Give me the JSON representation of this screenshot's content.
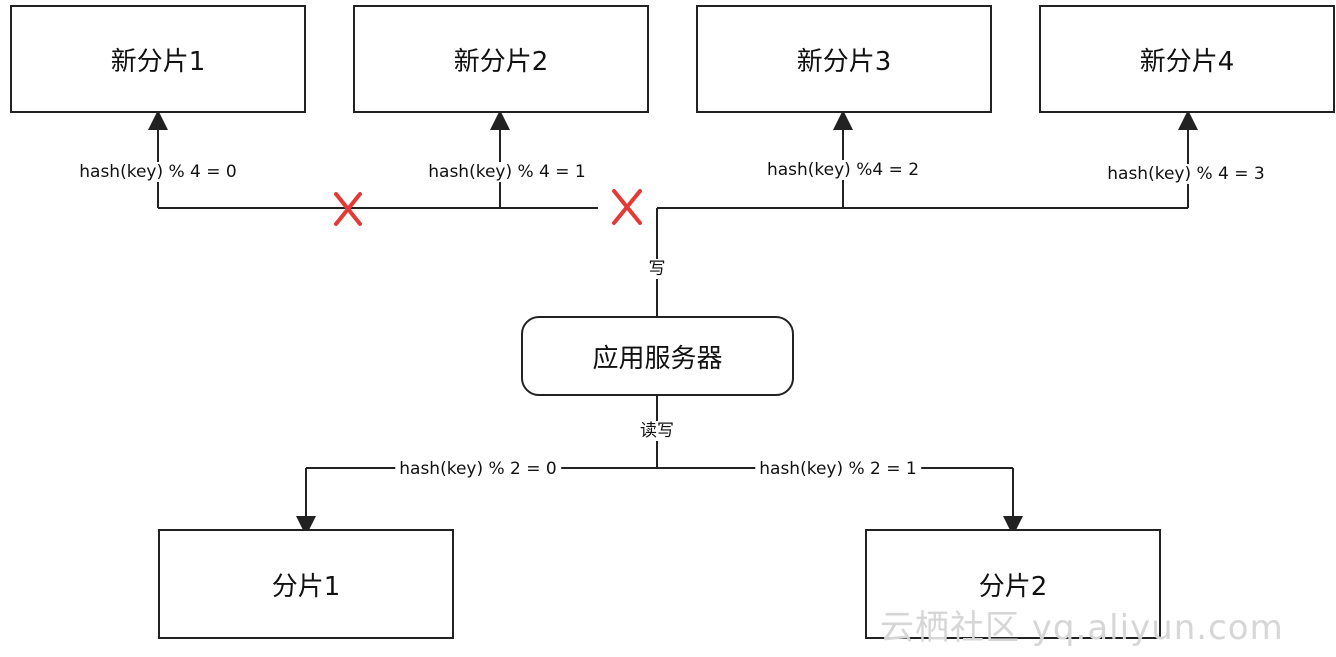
{
  "new_shards": [
    {
      "label": "新分片1",
      "rule": "hash(key) % 4 = 0"
    },
    {
      "label": "新分片2",
      "rule": "hash(key) % 4 = 1"
    },
    {
      "label": "新分片3",
      "rule": "hash(key) %4 = 2"
    },
    {
      "label": "新分片4",
      "rule": "hash(key) % 4 = 3"
    }
  ],
  "write_label": "写",
  "server_label": "应用服务器",
  "read_write_label": "读写",
  "old_shards": [
    {
      "label": "分片1",
      "rule": "hash(key) % 2 = 0"
    },
    {
      "label": "分片2",
      "rule": "hash(key) % 2 = 1"
    }
  ],
  "blocked_marks": [
    "X",
    "X"
  ],
  "watermark": "云栖社区 yq.aliyun.com",
  "colors": {
    "line": "#222222",
    "blocked": "#e53935"
  }
}
